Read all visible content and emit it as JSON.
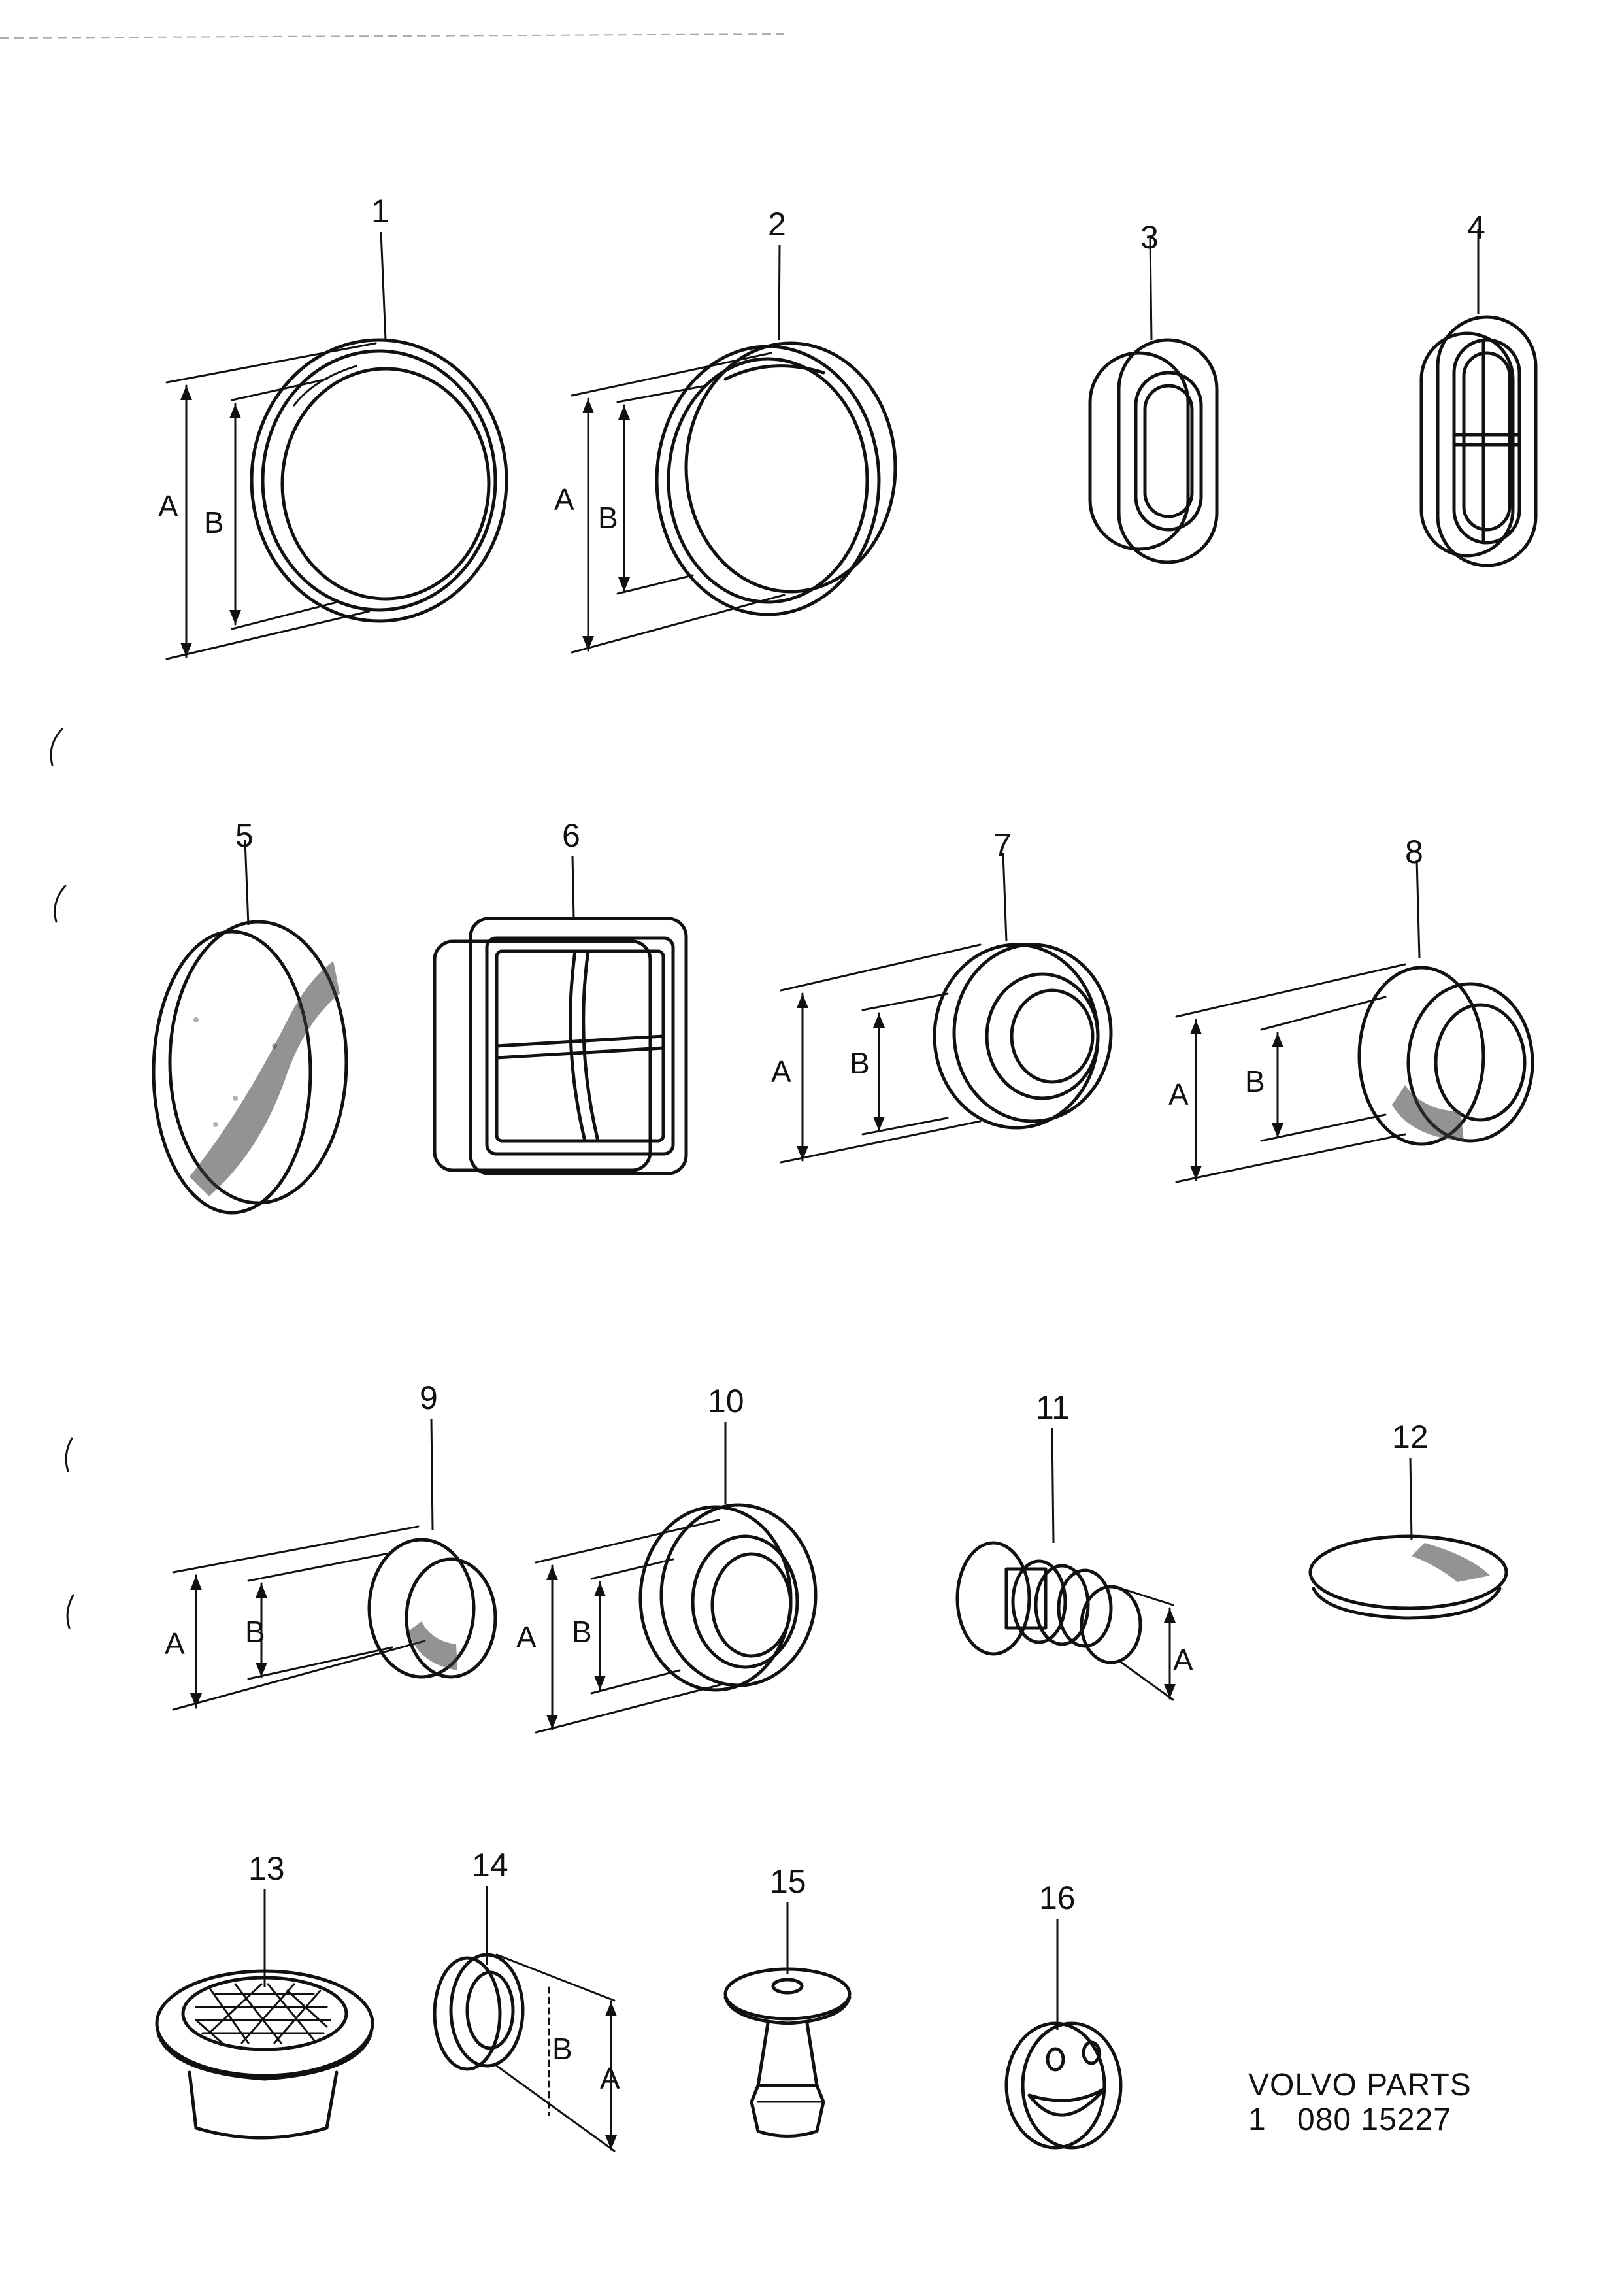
{
  "parts": [
    {
      "callout": "1",
      "dims": [
        "A",
        "B"
      ]
    },
    {
      "callout": "2",
      "dims": [
        "A",
        "B"
      ]
    },
    {
      "callout": "3",
      "dims": []
    },
    {
      "callout": "4",
      "dims": []
    },
    {
      "callout": "5",
      "dims": []
    },
    {
      "callout": "6",
      "dims": []
    },
    {
      "callout": "7",
      "dims": [
        "A",
        "B"
      ]
    },
    {
      "callout": "8",
      "dims": [
        "A",
        "B"
      ]
    },
    {
      "callout": "9",
      "dims": [
        "A",
        "B"
      ]
    },
    {
      "callout": "10",
      "dims": [
        "A",
        "B"
      ]
    },
    {
      "callout": "11",
      "dims": [
        "A"
      ]
    },
    {
      "callout": "12",
      "dims": []
    },
    {
      "callout": "13",
      "dims": []
    },
    {
      "callout": "14",
      "dims": [
        "B",
        "A"
      ]
    },
    {
      "callout": "15",
      "dims": []
    },
    {
      "callout": "16",
      "dims": []
    }
  ],
  "footer": {
    "brand": "VOLVO PARTS",
    "ref_prefix": "1",
    "ref_number": "080 15227"
  },
  "colors": {
    "ink": "#111111",
    "paper": "#ffffff"
  }
}
